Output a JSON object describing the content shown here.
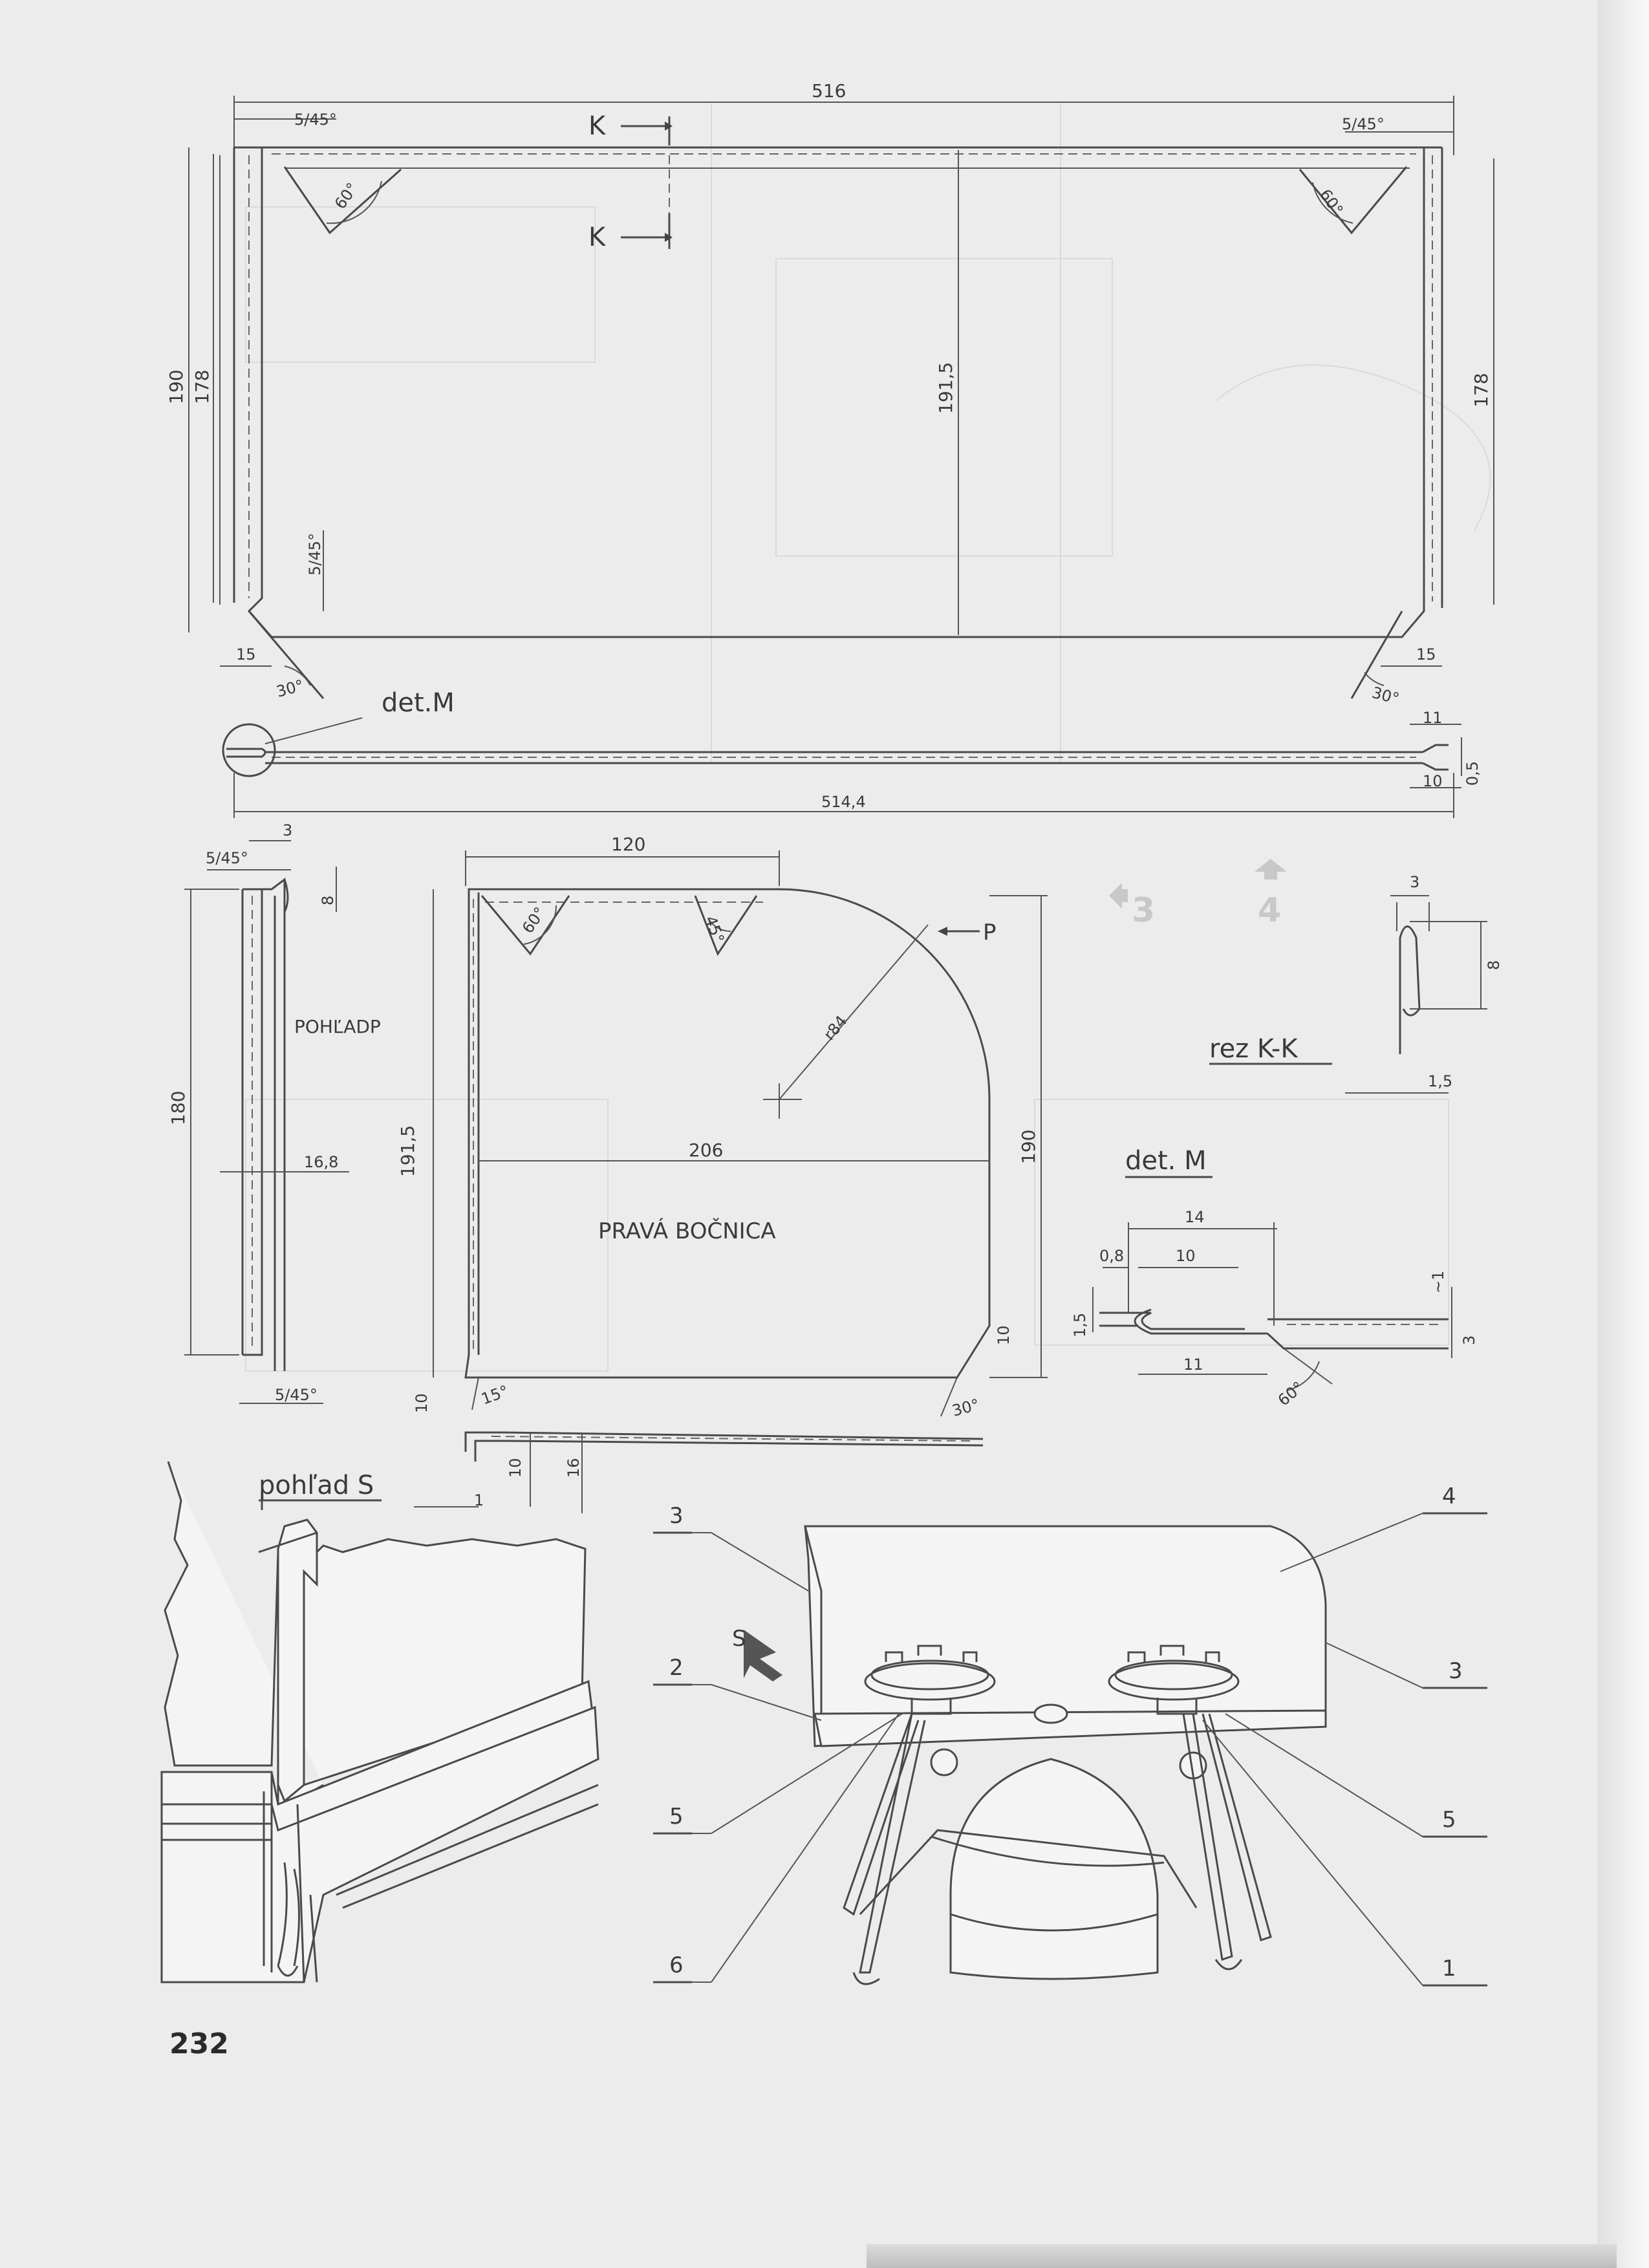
{
  "page_number": "232",
  "top_view": {
    "dims": {
      "overall_width": "516",
      "inner_width": "514,4",
      "height_outer": "190",
      "height_inner_left": "178",
      "height_inner_right": "178",
      "height_mid": "191,5",
      "chamfer_tl": "5/45°",
      "chamfer_tr": "5/45°",
      "chamfer_ll": "5/45°",
      "bottom_left": "15",
      "bottom_right": "15",
      "right_11": "11",
      "right_10": "10",
      "right_05": "0,5"
    },
    "angles": {
      "tl": "60°",
      "tr": "60°",
      "bl": "30°",
      "br": "30°"
    },
    "section_marks": [
      "K",
      "K"
    ],
    "det_label": "det.M"
  },
  "left_view": {
    "label": "POHĽADP",
    "dims": {
      "chamfer_top": "5/45°",
      "top_3": "3",
      "top_8": "8",
      "height": "180",
      "width": "16,8",
      "chamfer_bottom": "5/45°"
    }
  },
  "side_panel": {
    "title": "PRAVÁ BOČNICA",
    "view_arrow": "P",
    "dims": {
      "top_width": "120",
      "radius": "r84",
      "width": "206",
      "height_left": "191,5",
      "height_right": "190",
      "bottom_left": "10",
      "bottom_right": "10",
      "flange_10": "10",
      "flange_16": "16",
      "flange_1": "1"
    },
    "angles": {
      "a60": "60°",
      "a45": "45°",
      "a15": "15°",
      "a30": "30°"
    }
  },
  "ghost_marks": [
    "3",
    "4"
  ],
  "section_kk": {
    "label": "rez K-K",
    "dims": {
      "w": "3",
      "h": "8",
      "t": "1,5"
    }
  },
  "detail_m": {
    "label": "det. M",
    "dims": {
      "d14": "14",
      "d08": "0,8",
      "d10": "10",
      "d15": "1,5",
      "d11": "11",
      "d1": "~1",
      "d3": "3",
      "angle": "60°"
    }
  },
  "view_s": {
    "label": "pohľad S"
  },
  "assembly": {
    "arrow_label": "S",
    "parts": {
      "p3_left": "3",
      "p4": "4",
      "p2": "2",
      "p3_right": "3",
      "p5_left": "5",
      "p5_right": "5",
      "p6": "6",
      "p1": "1"
    }
  }
}
